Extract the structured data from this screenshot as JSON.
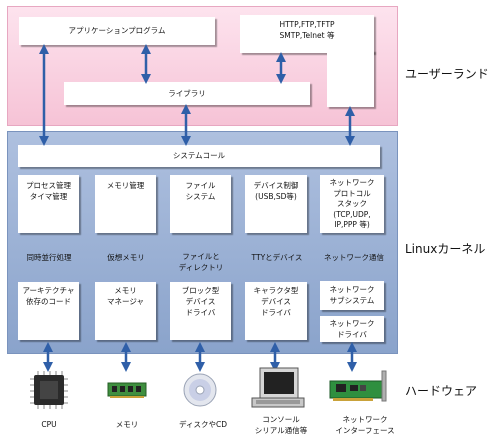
{
  "layers": {
    "user_space": "ユーザーランド",
    "kernel": "Linuxカーネル",
    "hardware": "ハードウェア"
  },
  "user": {
    "application": "アプリケーションプログラム",
    "protocols": "HTTP,FTP,TFTP\nSMTP,Telnet 等",
    "library": "ライブラリ"
  },
  "kernel": {
    "system_call": "システムコール",
    "process_mgmt": "プロセス管理\nタイマ管理",
    "memory_mgmt": "メモリ管理",
    "file_system": "ファイル\nシステム",
    "device_control": "デバイス制御\n(USB,SD等)",
    "network_stack": "ネットワーク\nプロトコル\nスタック\n(TCP,UDP,\nIP,PPP 等)",
    "cap_concurrency": "同時並行処理",
    "cap_virtual_memory": "仮想メモリ",
    "cap_files": "ファイルと\nディレクトリ",
    "cap_tty": "TTYとデバイス",
    "cap_network": "ネットワーク通信",
    "arch_code": "アーキテクチャ\n依存のコード",
    "memory_manager": "メモリ\nマネージャ",
    "block_driver": "ブロック型\nデバイス\nドライバ",
    "char_driver": "キャラクタ型\nデバイス\nドライバ",
    "net_subsystem": "ネットワーク\nサブシステム",
    "net_driver": "ネットワーク\nドライバ"
  },
  "hardware": {
    "cpu": "CPU",
    "memory": "メモリ",
    "disk": "ディスクやCD",
    "console": "コンソール\nシリアル通信等",
    "nic": "ネットワーク\nインターフェース"
  },
  "colors": {
    "user_space_fill": "#f6c3d6",
    "kernel_fill": "#8aa3cb",
    "arrow": "#2f5fa8"
  }
}
